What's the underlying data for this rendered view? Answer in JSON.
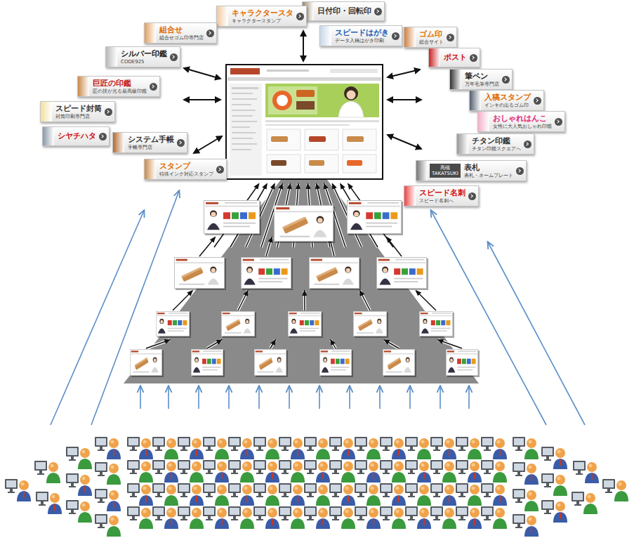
{
  "diagram": {
    "nodes": [
      {
        "text": [
          "日付印・回転印"
        ]
      },
      {
        "text": [
          "キャラクタースタ",
          "キャラクタースタンプ"
        ]
      },
      {
        "text": [
          "組合せ",
          "組合せゴム印専門店"
        ]
      },
      {
        "text": [
          "スピードはがき",
          "データ入稿はがき印刷"
        ]
      },
      {
        "text": [
          "ゴム印",
          "総合サイト"
        ]
      },
      {
        "text": [
          "シルバー印鑑",
          "CODE925"
        ]
      },
      {
        "text": [
          "ポスト"
        ]
      },
      {
        "text": [
          "筆ペン",
          "万年毛筆専門店"
        ]
      },
      {
        "text": [
          "巨匠の印鑑",
          "匠の技が光る最高級印鑑"
        ]
      },
      {
        "text": [
          "入稿スタンプ",
          "インキの出るゴム印"
        ]
      },
      {
        "text": [
          "スピード封筒",
          "封筒印刷専門店"
        ]
      },
      {
        "text": [
          "おしゃれはんこ",
          "女性に大人気おしゃれ印鑑"
        ]
      },
      {
        "text": [
          "シヤチハタ"
        ]
      },
      {
        "text": [
          "システム手帳",
          "手帳専門店"
        ]
      },
      {
        "text": [
          "チタン印鑑",
          "チタン印鑑スクエアへ"
        ]
      },
      {
        "text": [
          "スタンプ",
          "特殊インク対応スタンプ"
        ]
      },
      {
        "text": [
          "表札",
          "表札・ネームプレート",
          "高槻 TAKATSUKI"
        ]
      },
      {
        "text": [
          "スピード名刺",
          "スピード名刺へ"
        ]
      }
    ]
  }
}
